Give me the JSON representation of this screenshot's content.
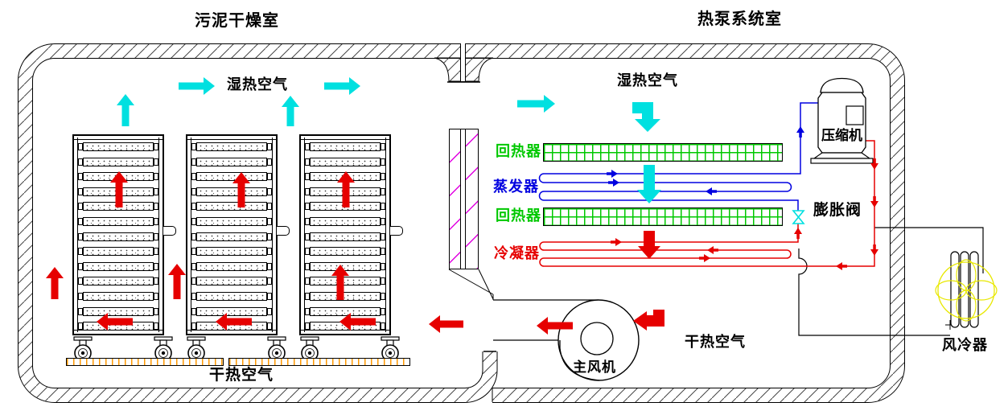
{
  "rooms": {
    "left": {
      "title": "污泥干燥室"
    },
    "right": {
      "title": "热泵系统室"
    }
  },
  "flow_labels": {
    "humid_air_left": "湿热空气",
    "humid_air_right": "湿热空气",
    "dry_air_left": "干热空气",
    "dry_air_right": "干热空气"
  },
  "components": {
    "regenerator_top": {
      "label": "回热器",
      "color": "#00C800"
    },
    "evaporator": {
      "label": "蒸发器",
      "color": "#0000E0"
    },
    "regenerator_bottom": {
      "label": "回热器",
      "color": "#00C800"
    },
    "condenser": {
      "label": "冷凝器",
      "color": "#E60000"
    },
    "compressor": {
      "label": "压缩机"
    },
    "expansion_valve": {
      "label": "膨胀阀"
    },
    "main_fan": {
      "label": "主风机"
    },
    "air_cooler": {
      "label": "风冷器"
    }
  },
  "equipment": {
    "drying_rack_count": 3,
    "trays_per_rack": 13,
    "wheels_per_rack": 2,
    "rail_segments": 2
  },
  "colors": {
    "humid_air_arrow": "#00E0E0",
    "hot_air_arrow": "#E60000",
    "evaporator_pipe": "#0000E0",
    "condenser_pipe": "#E60000",
    "regenerator_grid": "#00C800",
    "filter_hatch": "#E000E0",
    "fan_coil": "#E8E800",
    "rail_ticks": "#FF9800",
    "wall_line": "#000000"
  }
}
